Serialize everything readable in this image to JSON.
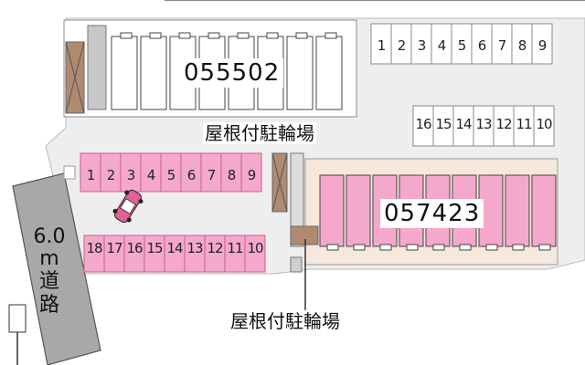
{
  "buildings": [
    {
      "id": "055502",
      "color": "#ffffff"
    },
    {
      "id": "057423",
      "color": "#f080b8"
    }
  ],
  "bike_parking_label": "屋根付駐輪場",
  "road": {
    "width_label": "6.0",
    "unit": "m",
    "label": "道路"
  },
  "parking": {
    "top_right_row": [
      "1",
      "2",
      "3",
      "4",
      "5",
      "6",
      "7",
      "8",
      "9"
    ],
    "upper_right_row": [
      "16",
      "15",
      "14",
      "13",
      "12",
      "11",
      "10"
    ],
    "pink_top_row": [
      "1",
      "2",
      "3",
      "4",
      "5",
      "6",
      "7",
      "8",
      "9"
    ],
    "pink_bottom_row": [
      "18",
      "17",
      "16",
      "15",
      "14",
      "13",
      "12",
      "11",
      "10"
    ]
  },
  "colors": {
    "pink": "#f4a8cc",
    "pink_dark": "#e0609a",
    "road_gray": "#a8a8a8",
    "lot_gray": "#ececec",
    "sand": "#f6e8dc",
    "brown": "#b08a70"
  }
}
